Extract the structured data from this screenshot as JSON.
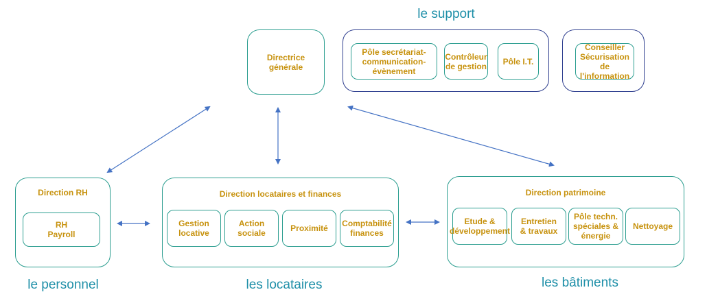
{
  "sections": {
    "support": "le support",
    "personnel": "le personnel",
    "locataires": "les locataires",
    "batiments": "les bâtiments"
  },
  "director": "Directrice\ngénérale",
  "support_units": {
    "secretariat": "Pôle secrétariat-\ncommunication-\névènement",
    "controleur": "Contrôleur\nde gestion",
    "it": "Pôle I.T.",
    "conseiller": "Conseiller\nSécurisation de\nl'information"
  },
  "rh": {
    "title": "Direction RH",
    "units": [
      "RH\nPayroll"
    ]
  },
  "locataires": {
    "title": "Direction locataires et finances",
    "units": [
      "Gestion\nlocative",
      "Action sociale",
      "Proximité",
      "Comptabilité\nfinances"
    ]
  },
  "patrimoine": {
    "title": "Direction patrimoine",
    "units": [
      "Etude &\ndéveloppement",
      "Entretien\n& travaux",
      "Pôle techn.\nspéciales &\nénergie",
      "Nettoyage"
    ]
  },
  "colors": {
    "box_border": "#2a9d8f",
    "support_border": "#2f3f8f",
    "label_text": "#c7920e",
    "section_text": "#1e8fa8",
    "arrow": "#4472c4"
  }
}
